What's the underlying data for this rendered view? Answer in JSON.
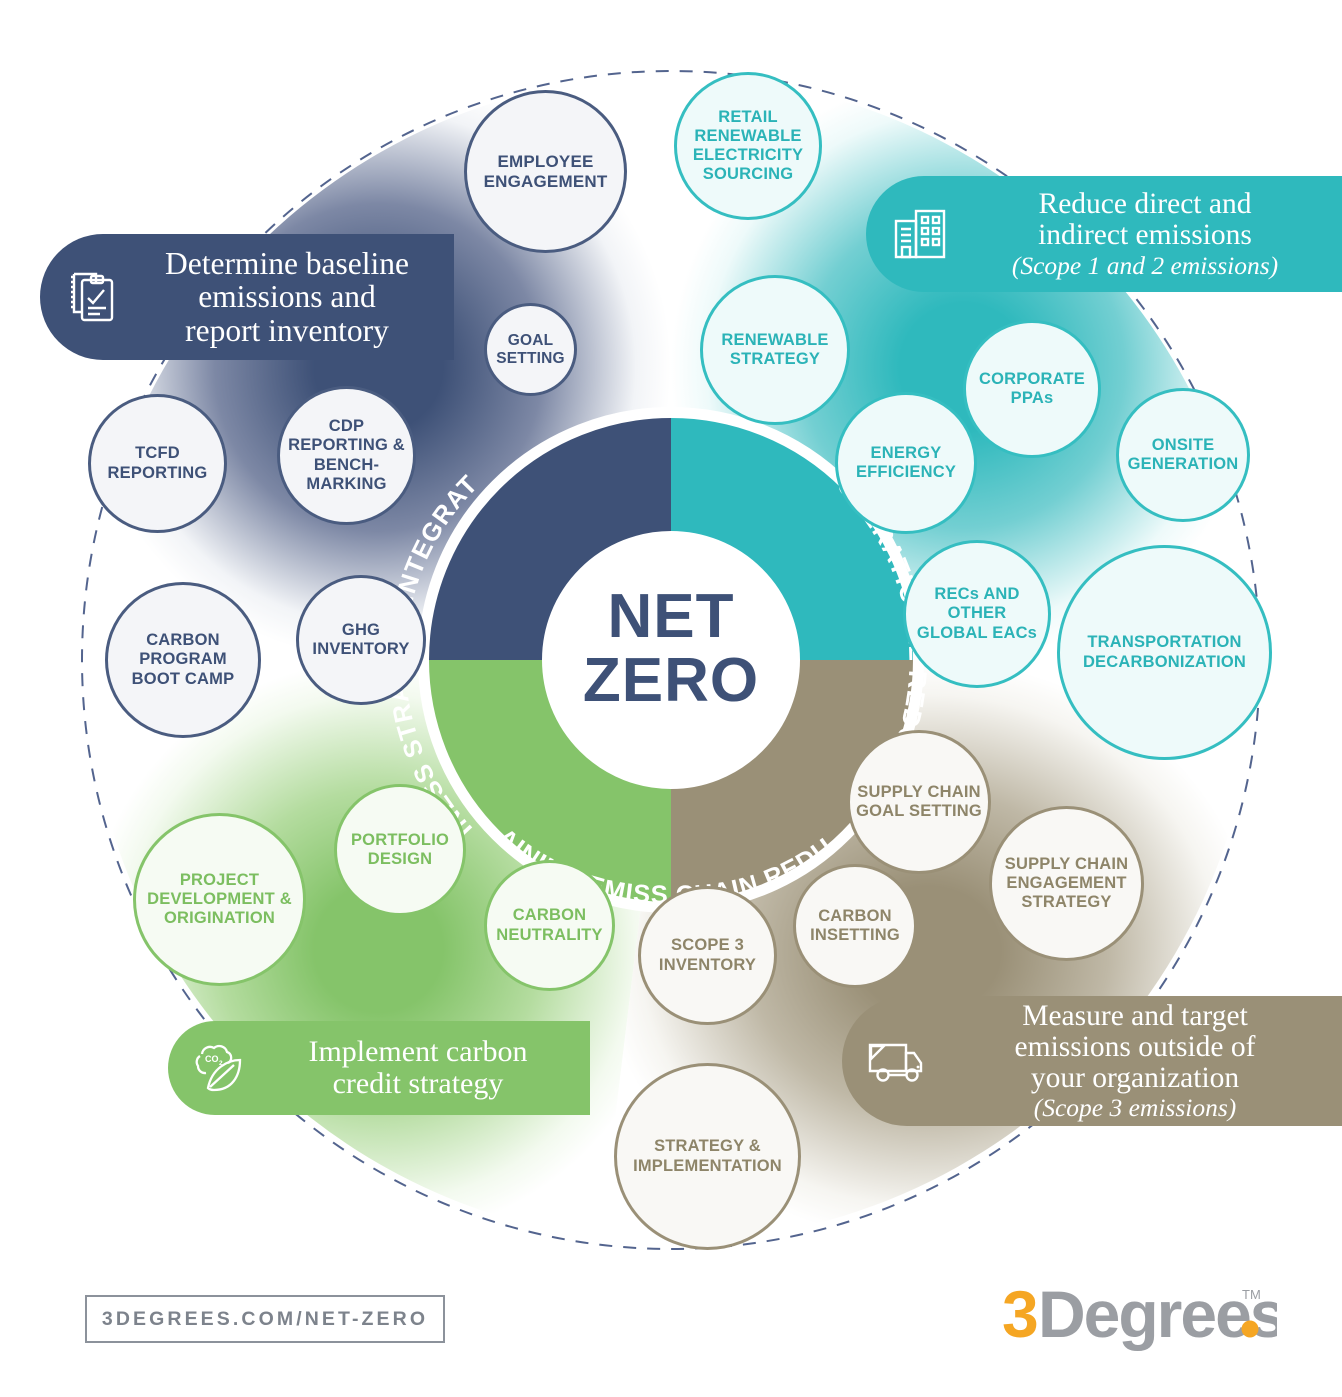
{
  "center": {
    "line1": "NET",
    "line2": "ZERO"
  },
  "ring_labels": {
    "business": "BUSINESS STRATEGY INTEGRATION",
    "operational": "OPERATIONAL REDUCTIONS",
    "remaining": "REMAINING EMISSIONS",
    "value_chain": "VALUE CHAIN REDUCTIONS"
  },
  "colors": {
    "navy": "#3e5177",
    "teal": "#2fb9bd",
    "green": "#85c46a",
    "tan": "#9a9077",
    "logo_orange": "#f5a623",
    "logo_gray": "#9b9ea3",
    "url_gray": "#7d838c"
  },
  "banners": [
    {
      "id": "baseline",
      "icon": "clipboard-checklist-icon",
      "lines": [
        "Determine baseline",
        "emissions and",
        "report inventory"
      ],
      "sub": ""
    },
    {
      "id": "reduce",
      "icon": "office-buildings-icon",
      "lines": [
        "Reduce direct and",
        "indirect emissions"
      ],
      "sub": "(Scope 1 and 2 emissions)"
    },
    {
      "id": "credit",
      "icon": "co2-leaf-icon",
      "lines": [
        "Implement carbon",
        "credit strategy"
      ],
      "sub": ""
    },
    {
      "id": "measure",
      "icon": "delivery-truck-icon",
      "lines": [
        "Measure and target",
        "emissions outside of",
        "your organization"
      ],
      "sub": "(Scope 3 emissions)"
    }
  ],
  "bubbles": {
    "navy": [
      {
        "label": "EMPLOYEE ENGAGEMENT"
      },
      {
        "label": "GOAL SETTING"
      },
      {
        "label": "TCFD REPORTING"
      },
      {
        "label": "CDP REPORTING & BENCH-MARKING"
      },
      {
        "label": "CARBON PROGRAM BOOT CAMP"
      },
      {
        "label": "GHG INVENTORY"
      }
    ],
    "teal": [
      {
        "label": "RETAIL RENEWABLE ELECTRICITY SOURCING"
      },
      {
        "label": "RENEWABLE STRATEGY"
      },
      {
        "label": "CORPORATE PPAs"
      },
      {
        "label": "ENERGY EFFICIENCY"
      },
      {
        "label": "ONSITE GENERATION"
      },
      {
        "label": "RECs AND OTHER GLOBAL EACs"
      },
      {
        "label": "TRANSPORTATION DECARBONIZATION"
      }
    ],
    "green": [
      {
        "label": "PORTFOLIO DESIGN"
      },
      {
        "label": "PROJECT DEVELOPMENT & ORIGINATION"
      },
      {
        "label": "CARBON NEUTRALITY"
      }
    ],
    "tan": [
      {
        "label": "SUPPLY CHAIN GOAL SETTING"
      },
      {
        "label": "SUPPLY CHAIN ENGAGEMENT STRATEGY"
      },
      {
        "label": "CARBON INSETTING"
      },
      {
        "label": "SCOPE 3 INVENTORY"
      },
      {
        "label": "STRATEGY & IMPLEMENTATION"
      }
    ]
  },
  "footer": {
    "url": "3DEGREES.COM/NET-ZERO",
    "logo_num": "3",
    "logo_word": "Degrees",
    "logo_tm": "TM"
  }
}
